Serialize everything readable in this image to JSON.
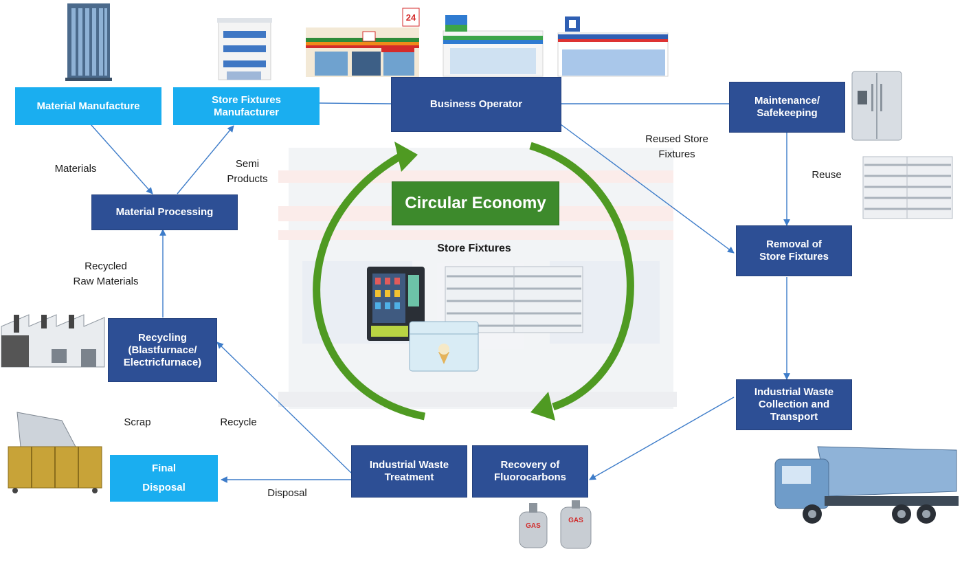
{
  "title": "Circular Economy",
  "center_label": "Store Fixtures",
  "nodes": {
    "material_manufacture": "Material Manufacture",
    "store_fixtures_manufacturer": [
      "Store Fixtures",
      "Manufacturer"
    ],
    "business_operator": "Business Operator",
    "maintenance": [
      "Maintenance/",
      "Safekeeping"
    ],
    "removal": [
      "Removal of",
      "Store Fixtures"
    ],
    "waste_collection": [
      "Industrial Waste",
      "Collection and",
      "Transport"
    ],
    "recovery_fluorocarbons": [
      "Recovery of",
      "Fluorocarbons"
    ],
    "waste_treatment": [
      "Industrial Waste",
      "Treatment"
    ],
    "final_disposal": [
      "Final",
      "Disposal"
    ],
    "recycling": [
      "Recycling",
      "(Blastfurnace/",
      "Electricfurnace)"
    ],
    "material_processing": "Material Processing"
  },
  "edge_labels": {
    "materials": "Materials",
    "semi_products": [
      "Semi",
      "Products"
    ],
    "reused_store_fixtures": [
      "Reused Store",
      "Fixtures"
    ],
    "reuse": "Reuse",
    "recycled_raw_materials": [
      "Recycled",
      "Raw Materials"
    ],
    "scrap": "Scrap",
    "recycle": "Recycle",
    "disposal": "Disposal"
  },
  "illustration_text": {
    "store_sign": "24",
    "gas_label": "GAS"
  },
  "colors": {
    "light_box": "#1aaef0",
    "dark_box": "#2d4f95",
    "circular_arrow": "#4f9a22",
    "connector": "#3d7cc9"
  }
}
